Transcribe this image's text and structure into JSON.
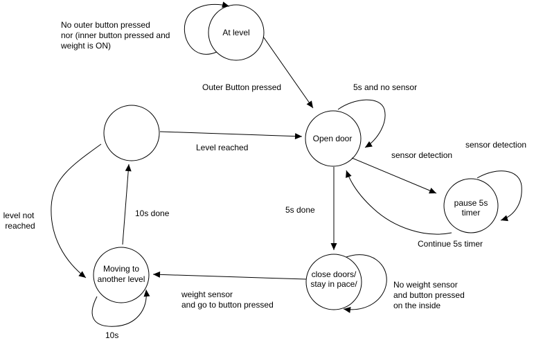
{
  "diagram": {
    "type": "state-machine",
    "background": "#ffffff",
    "stroke_color": "#000000"
  },
  "states": {
    "at_level": {
      "label": "At level"
    },
    "idle": {
      "label": ""
    },
    "open_door": {
      "label": "Open door"
    },
    "pause_timer": {
      "label_line1": "pause 5s",
      "label_line2": "timer"
    },
    "moving": {
      "label_line1": "Moving to",
      "label_line2": "another level"
    },
    "close_doors": {
      "label_line1": "close doors/",
      "label_line2": "stay in pace/"
    }
  },
  "transitions": {
    "at_level_self": {
      "from": "At level",
      "to": "At level",
      "label_line1": "No outer button pressed",
      "label_line2": "nor (inner button pressed and",
      "label_line3": "weight is ON)"
    },
    "at_level_to_open_door": {
      "from": "At level",
      "to": "Open door",
      "label": "Outer Button pressed"
    },
    "open_door_self": {
      "from": "Open door",
      "to": "Open door",
      "label": "5s and no sensor"
    },
    "idle_to_open_door": {
      "from": "idle",
      "to": "Open door",
      "label": "Level reached"
    },
    "open_door_to_pause": {
      "from": "Open door",
      "to": "pause 5s timer",
      "label": "sensor detection"
    },
    "pause_self": {
      "from": "pause 5s timer",
      "to": "pause 5s timer",
      "label": "sensor detection"
    },
    "pause_to_open_door": {
      "from": "pause 5s timer",
      "to": "Open door",
      "label": "Continue 5s timer"
    },
    "open_door_to_close": {
      "from": "Open door",
      "to": "close doors/ stay in pace/",
      "label": "5s done"
    },
    "close_self": {
      "from": "close doors/ stay in pace/",
      "to": "close doors/ stay in pace/",
      "label_line1": "No weight sensor",
      "label_line2": "and button pressed",
      "label_line3": "on the inside"
    },
    "close_to_moving": {
      "from": "close doors/ stay in pace/",
      "to": "Moving to another level",
      "label_line1": "weight sensor",
      "label_line2": "and go to button pressed"
    },
    "moving_self": {
      "from": "Moving to another level",
      "to": "Moving to another level",
      "label": "10s"
    },
    "moving_to_idle": {
      "from": "Moving to another level",
      "to": "idle",
      "label": "10s done"
    },
    "idle_to_moving": {
      "from": "idle",
      "to": "Moving to another level",
      "label_line1": "level not",
      "label_line2": "reached"
    }
  }
}
